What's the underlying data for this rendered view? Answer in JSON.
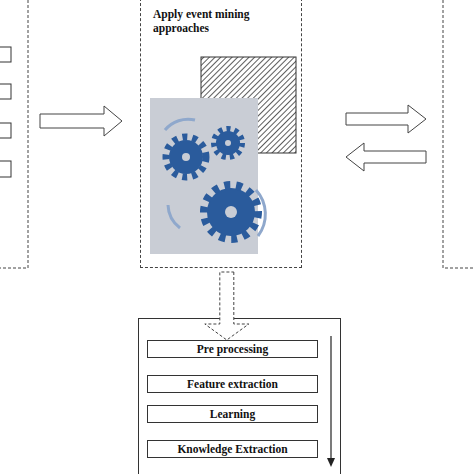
{
  "diagram": {
    "nodes": [
      {
        "text": [
          "Apply event mining approaches"
        ]
      },
      {
        "text": [
          "Pre processing"
        ]
      },
      {
        "text": [
          "Feature extraction"
        ]
      },
      {
        "text": [
          "Learning"
        ]
      },
      {
        "text": [
          "Knowledge Extraction"
        ]
      }
    ],
    "edges": [
      {
        "from": 0,
        "to": 1,
        "arrow": "to"
      }
    ]
  }
}
